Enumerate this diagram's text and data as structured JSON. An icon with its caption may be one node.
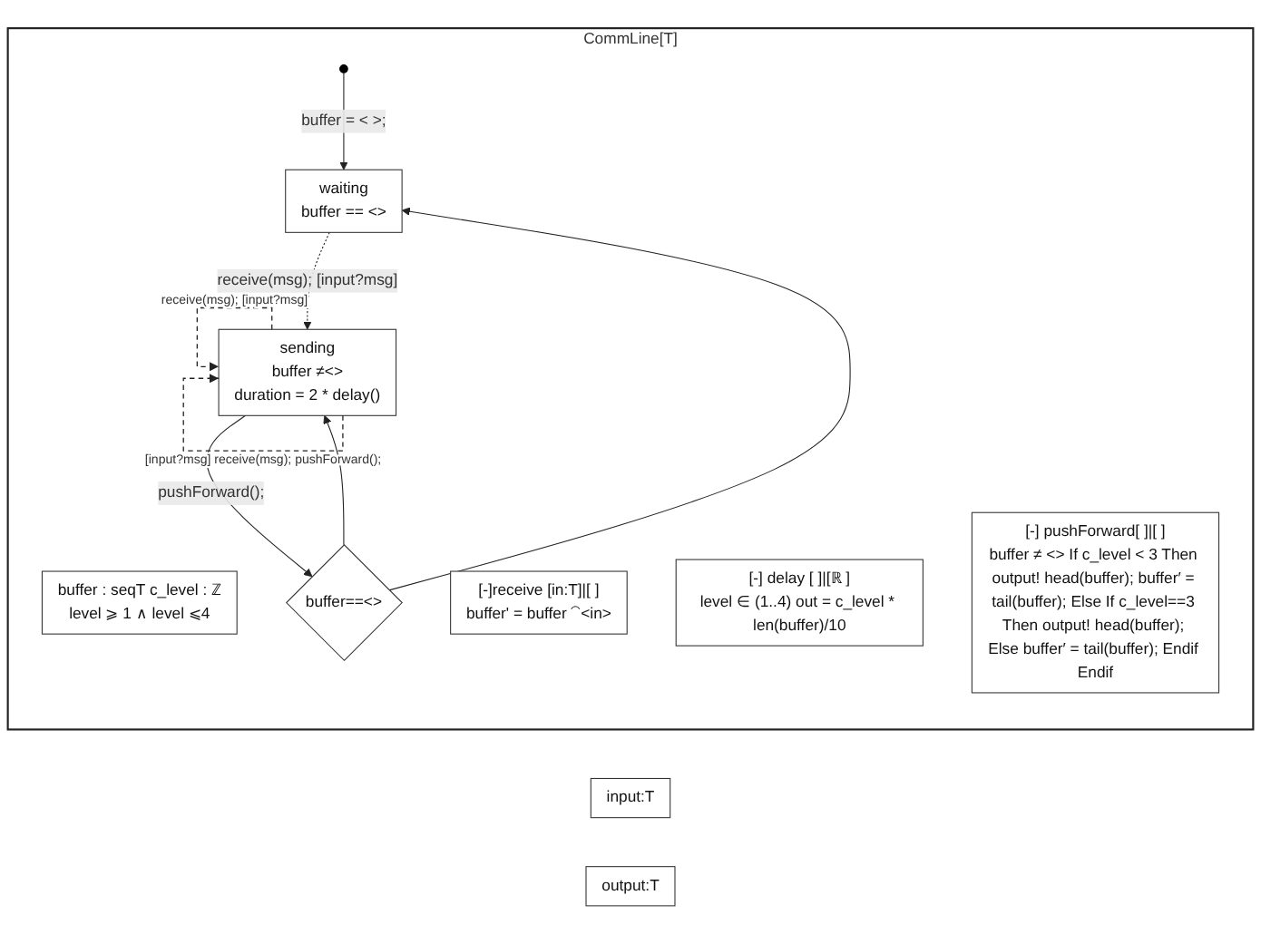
{
  "diagram": {
    "nodes": [
      {
        "text": [
          "CommLine[T]"
        ]
      },
      {
        "text": [
          "input:T"
        ]
      },
      {
        "text": [
          "output:T"
        ]
      },
      {
        "text": [
          "buffer : seqT c_level : ℤ",
          "level ⩾ 1 ∧ level ⩽4"
        ],
        "in": 0
      },
      {
        "text": [
          "[-]receive [in:T]|[ ]",
          "buffer' = buffer ⁀<in>"
        ],
        "in": 0
      },
      {
        "text": [
          "[-] delay [ ]|[ℝ ]",
          "level ∈ (1..4) out = c_level * len(buffer)/10"
        ],
        "in": 0
      },
      {
        "text": [
          "[-] pushForward[ ]|[ ]",
          "buffer ≠ <> If c_level < 3 Then output! head(buffer); buffer′ = tail(buffer); Else If c_level==3 Then output! head(buffer); Else buffer′ = tail(buffer); Endif Endif"
        ],
        "in": 0
      },
      {
        "text": [
          "sending",
          "buffer ≠<>",
          "duration = 2 * delay()"
        ],
        "in": 0
      },
      {
        "text": [
          "buffer==<>"
        ],
        "in": 0
      },
      {
        "text": [
          "waiting",
          "buffer == <>"
        ],
        "in": 0
      },
      {
        "text": [],
        "shape": "circle",
        "in": 0
      }
    ],
    "edges": [
      {
        "from": 7,
        "to": 7,
        "arrow": "to",
        "label": "receive(msg); [input?msg]",
        "style": "dashed"
      },
      {
        "from": 9,
        "to": 7,
        "arrow": "to",
        "label": "receive(msg); [input?msg]",
        "style": "dashed"
      },
      {
        "from": 7,
        "to": 8,
        "arrow": "to",
        "label": "pushForward();"
      },
      {
        "from": 8,
        "to": 9,
        "arrow": "to"
      },
      {
        "from": 10,
        "to": 9,
        "arrow": "to",
        "label": "buffer = < >;"
      },
      {
        "from": 8,
        "to": 7,
        "arrow": "to"
      },
      {
        "from": 7,
        "to": 7,
        "arrow": "to",
        "label": "[input?msg] receive(msg); pushForward();",
        "style": "dashed"
      }
    ]
  }
}
